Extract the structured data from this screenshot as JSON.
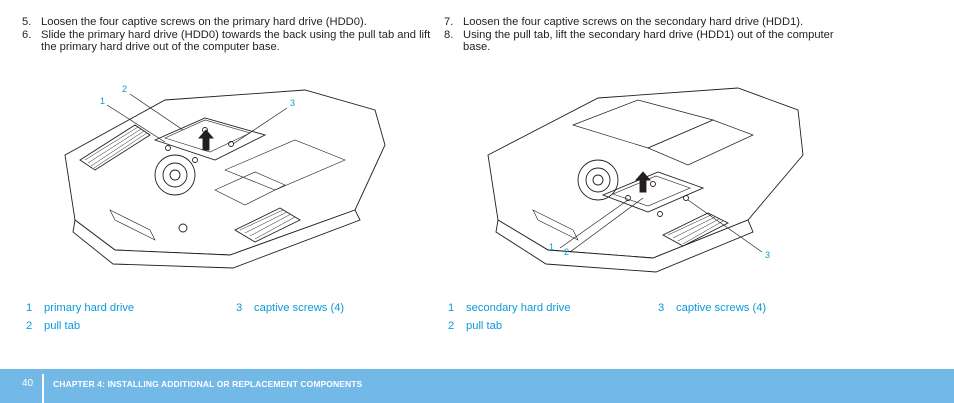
{
  "left_steps": [
    {
      "num": "5.",
      "text": "Loosen the four captive screws on the primary hard drive (HDD0)."
    },
    {
      "num": "6.",
      "text": "Slide the primary hard drive (HDD0) towards the back using the pull tab and lift the primary hard drive out of the computer base."
    }
  ],
  "right_steps": [
    {
      "num": "7.",
      "text": "Loosen the four captive screws on the secondary hard drive (HDD1)."
    },
    {
      "num": "8.",
      "text": "Using the pull tab, lift the secondary hard drive (HDD1) out of the computer base."
    }
  ],
  "figure_left": {
    "callouts": [
      "1",
      "2",
      "3"
    ]
  },
  "figure_right": {
    "callouts": [
      "1",
      "2",
      "3"
    ]
  },
  "legend_left": [
    {
      "num": "1",
      "label": "primary hard drive"
    },
    {
      "num": "2",
      "label": "pull tab"
    },
    {
      "num": "3",
      "label": "captive screws (4)"
    }
  ],
  "legend_right": [
    {
      "num": "1",
      "label": "secondary hard drive"
    },
    {
      "num": "2",
      "label": "pull tab"
    },
    {
      "num": "3",
      "label": "captive screws (4)"
    }
  ],
  "footer": {
    "page_number": "40",
    "chapter_title": "CHAPTER 4: INSTALLING ADDITIONAL OR REPLACEMENT COMPONENTS"
  },
  "colors": {
    "accent": "#0a9bd8",
    "footer_bg": "#72b9e8",
    "text": "#231f20"
  }
}
